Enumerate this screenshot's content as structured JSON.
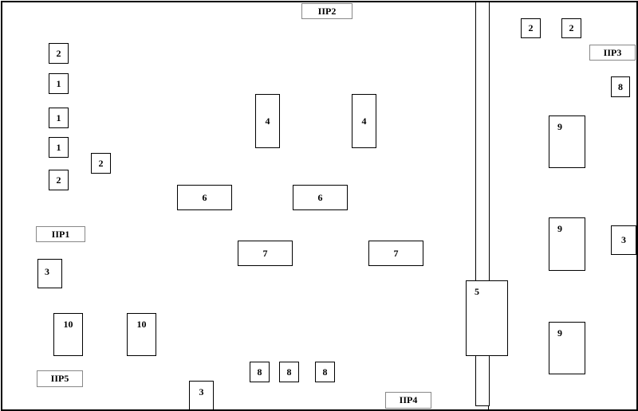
{
  "labels": {
    "ip2": "IIP2",
    "ip3": "IIP3",
    "ip1": "IIP1",
    "ip5": "IIP5",
    "ip4": "IIP4"
  },
  "blocks": {
    "b2_top1": "2",
    "b2_top2": "2",
    "b8_right": "8",
    "b9_a": "9",
    "b9_b": "9",
    "b9_c": "9",
    "b3_right": "3",
    "b5": "5",
    "b2_left_top": "2",
    "b1_a": "1",
    "b1_b": "1",
    "b1_c": "1",
    "b2_left_mid": "2",
    "b2_left_bot": "2",
    "b3_left": "3",
    "b10_a": "10",
    "b10_b": "10",
    "b3_bottom": "3",
    "b4_a": "4",
    "b4_b": "4",
    "b6_a": "6",
    "b6_b": "6",
    "b7_a": "7",
    "b7_b": "7",
    "b8_a": "8",
    "b8_b": "8",
    "b8_c": "8"
  }
}
